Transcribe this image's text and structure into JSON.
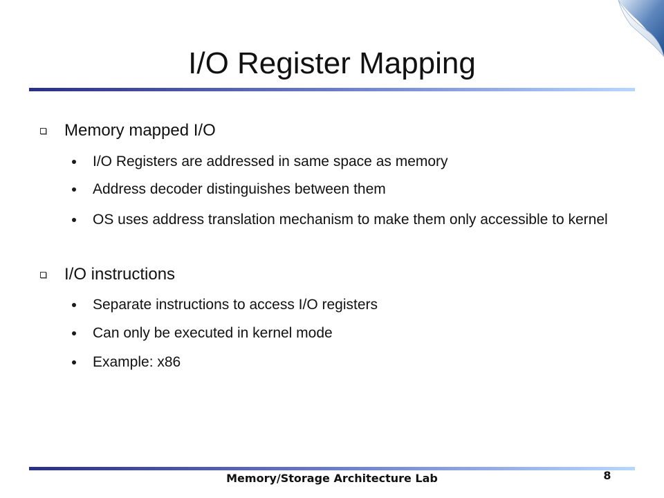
{
  "slide": {
    "title": "I/O Register Mapping",
    "sections": [
      {
        "heading": "Memory mapped I/O",
        "bullets": [
          "I/O Registers are addressed in same space as memory",
          "Address decoder distinguishes between them",
          "OS uses address translation mechanism to make them only accessible to kernel"
        ]
      },
      {
        "heading": "I/O instructions",
        "bullets": [
          "Separate instructions to access I/O registers",
          "Can only be executed in kernel mode",
          "Example: x86"
        ]
      }
    ],
    "footer": "Memory/Storage Architecture Lab",
    "page_number": "8"
  },
  "colors": {
    "rule_start": "#2a2e86",
    "rule_end": "#b7d6ff",
    "curl_blue": "#1f4f8e"
  },
  "icons": {
    "corner": "page-curl-icon",
    "level1_bullet": "square-bullet-icon",
    "level2_bullet": "round-bullet-icon"
  }
}
